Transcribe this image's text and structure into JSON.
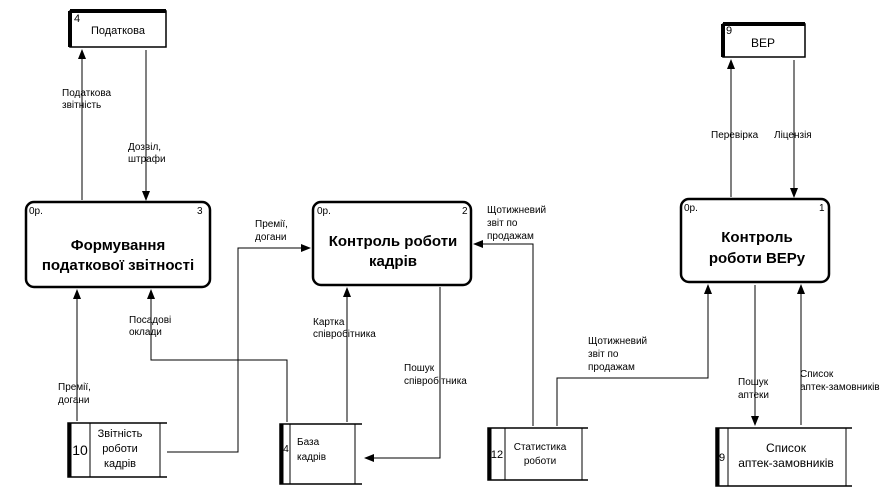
{
  "external_entities": [
    {
      "id": "podatkova",
      "number": "4",
      "label": "Податкова"
    },
    {
      "id": "ver",
      "number": "9",
      "label": "ВЕР"
    }
  ],
  "processes": [
    {
      "id": "p3",
      "prefix": "0р.",
      "number": "3",
      "lines": [
        "Формування",
        "податкової звітності"
      ]
    },
    {
      "id": "p2",
      "prefix": "0р.",
      "number": "2",
      "lines": [
        "Контроль роботи",
        "кадрів"
      ]
    },
    {
      "id": "p1",
      "prefix": "0р.",
      "number": "1",
      "lines": [
        "Контроль",
        "роботи ВЕРу"
      ]
    }
  ],
  "data_stores": [
    {
      "id": "s10",
      "number": "10",
      "lines": [
        "Звітність",
        "роботи",
        "кадрів"
      ]
    },
    {
      "id": "s4",
      "number": "4",
      "lines": [
        "База",
        "кадрів"
      ]
    },
    {
      "id": "s12",
      "number": "12",
      "lines": [
        "Статистика",
        "роботи"
      ]
    },
    {
      "id": "s9",
      "number": "9",
      "lines": [
        "Список",
        "аптек-замовників"
      ]
    }
  ],
  "flow_labels": {
    "podatkova_zvitnist": [
      "Податкова",
      "звітність"
    ],
    "dozvil_shtrafy": [
      "Дозвіл,",
      "штрафи"
    ],
    "premii_dogany_top": [
      "Премії,",
      "догани"
    ],
    "posadovi_oklady": [
      "Посадові",
      "оклади"
    ],
    "premii_dogany_left": [
      "Премії,",
      "догани"
    ],
    "kartka": [
      "Картка",
      "співробітника"
    ],
    "poshuk_spivrobitnyka": [
      "Пошук",
      "співробітника"
    ],
    "shchotyzhnevyi_top": [
      "Щотижневий",
      "звіт по",
      "продажам"
    ],
    "shchotyzhnevyi_mid": [
      "Щотижневий",
      "звіт по",
      "продажам"
    ],
    "perevirka": "Перевірка",
    "litsenziia": "Ліцензія",
    "poshuk_apteky": [
      "Пошук",
      "аптеки"
    ],
    "spysok_aptek": [
      "Список",
      "аптек-замовників"
    ]
  }
}
